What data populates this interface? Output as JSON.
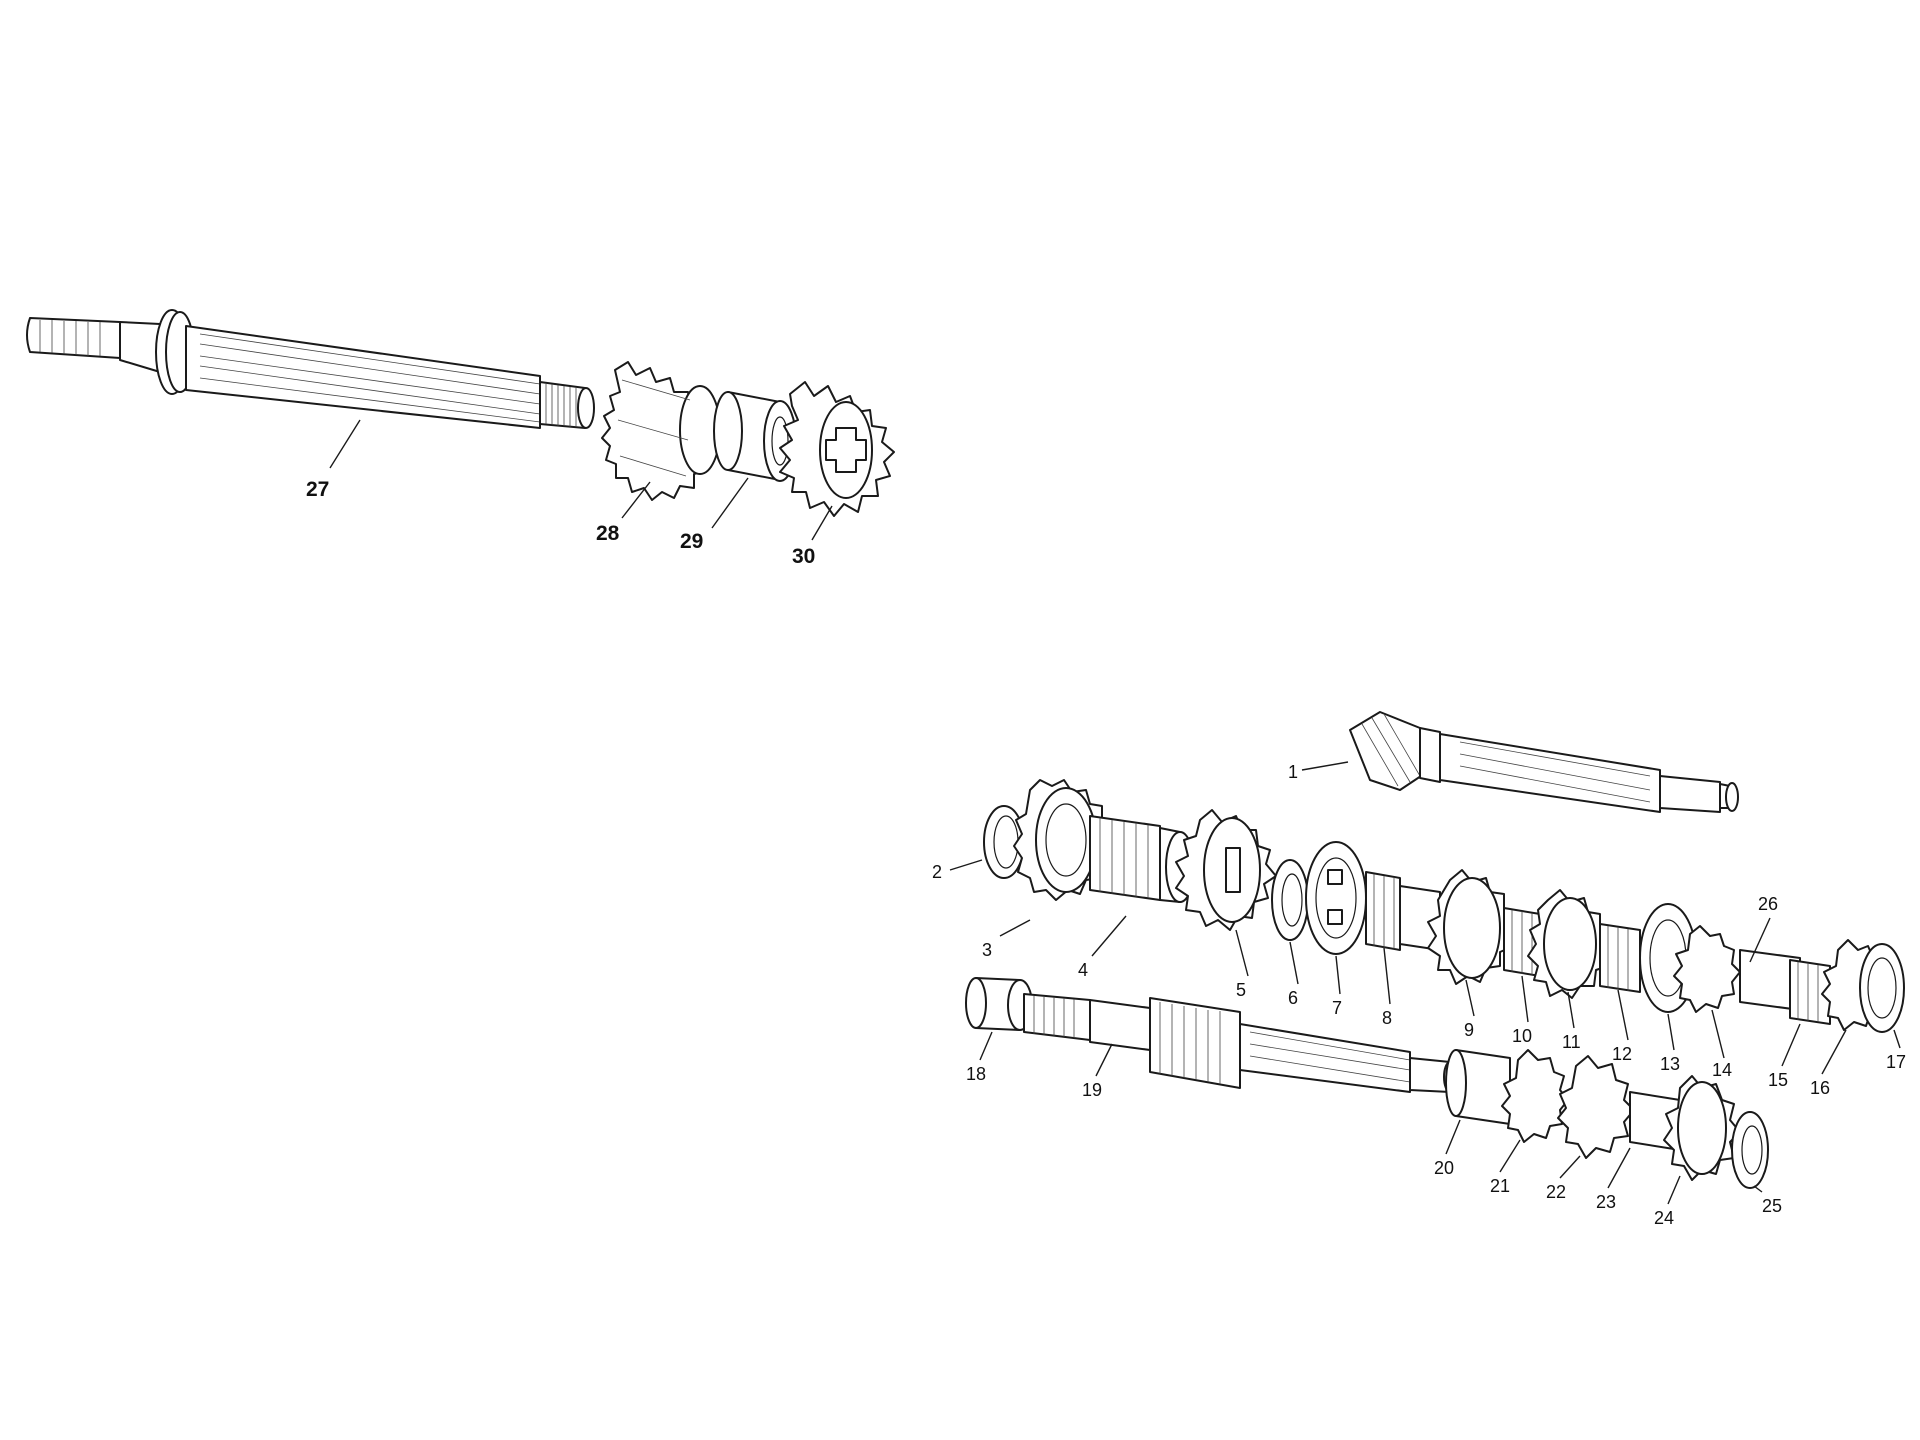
{
  "diagram": {
    "upper_labels": [
      "27",
      "28",
      "29",
      "30"
    ],
    "lower_labels": [
      "1",
      "2",
      "3",
      "4",
      "5",
      "6",
      "7",
      "8",
      "9",
      "10",
      "11",
      "12",
      "13",
      "14",
      "15",
      "16",
      "17",
      "18",
      "19",
      "20",
      "21",
      "22",
      "23",
      "24",
      "25",
      "26"
    ]
  }
}
